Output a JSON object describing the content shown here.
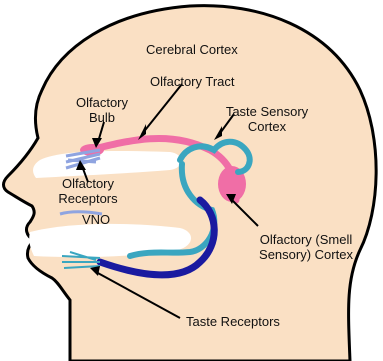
{
  "labels": {
    "cerebral_cortex": "Cerebral Cortex",
    "olfactory_tract": "Olfactory Tract",
    "olfactory_bulb_line1": "Olfactory",
    "olfactory_bulb_line2": "Bulb",
    "taste_sensory_cortex_line1": "Taste Sensory",
    "taste_sensory_cortex_line2": "Cortex",
    "olfactory_receptors_line1": "Olfactory",
    "olfactory_receptors_line2": "Receptors",
    "vno": "VNO",
    "smell_cortex_line1": "Olfactory (Smell",
    "smell_cortex_line2": "Sensory) Cortex",
    "taste_receptors": "Taste Receptors"
  },
  "colors": {
    "skin": "#fae0c4",
    "outline": "#000000",
    "smell_pathway": "#f06ea6",
    "taste_pathway_light": "#3aa6c0",
    "taste_pathway_dark": "#1a1aa0",
    "receptors": "#8fa4e0"
  }
}
